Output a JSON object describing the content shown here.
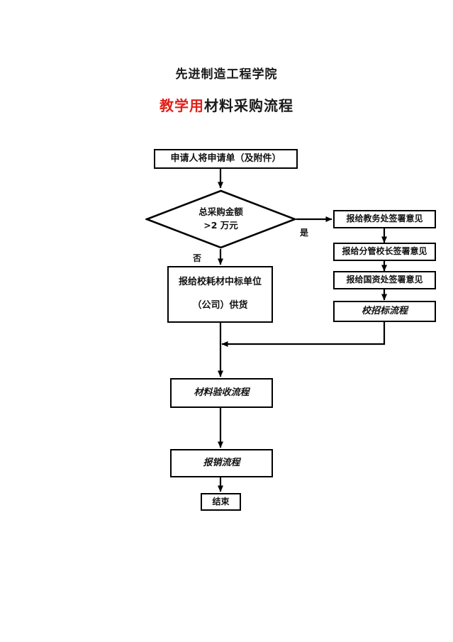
{
  "title": {
    "org": "先进制造工程学院",
    "doc_accent": "教学用",
    "doc_rest": "材料采购流程",
    "accent_color": "#e22018"
  },
  "flow": {
    "start": {
      "label": "申请人将申请单（及附件）"
    },
    "decision": {
      "line1": "总采购金额",
      "line2": ">2 万元",
      "yes_label": "是",
      "no_label": "否"
    },
    "supplier": {
      "line1": "报给校耗材中标单位",
      "line2": "（公司）供货"
    },
    "approvals": [
      {
        "label": "报给教务处签署意见"
      },
      {
        "label": "报给分管校长签署意见"
      },
      {
        "label": "报给国资处签署意见"
      },
      {
        "label": "校招标流程"
      }
    ],
    "inspection": {
      "label": "材料验收流程"
    },
    "reimbursement": {
      "label": "报销流程"
    },
    "end": {
      "label": "结束"
    }
  }
}
